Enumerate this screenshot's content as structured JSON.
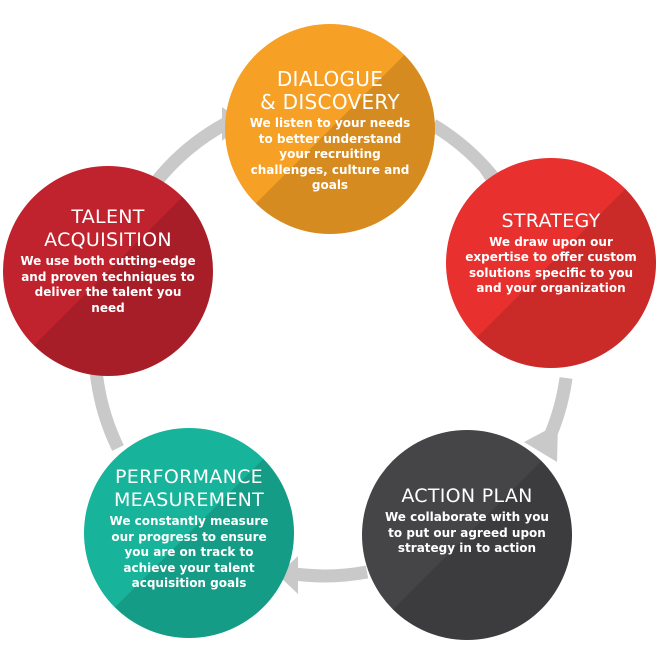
{
  "cycle": {
    "colors": {
      "dialogue": "#f6a025",
      "strategy": "#e8302e",
      "action": "#454548",
      "performance": "#17b39a",
      "talent": "#c1232e",
      "arrows": "#c9c9c9"
    },
    "steps": [
      {
        "title": "DIALOGUE\n& DISCOVERY",
        "text": "We listen to your needs\nto better understand\nyour recruiting\nchallenges, culture and\ngoals"
      },
      {
        "title": "STRATEGY",
        "text": "We draw upon our\nexpertise to offer custom\nsolutions specific to you\nand your organization"
      },
      {
        "title": "ACTION PLAN",
        "text": "We collaborate with you\nto put our agreed upon\nstrategy in to action"
      },
      {
        "title": "PERFORMANCE\nMEASUREMENT",
        "text": "We constantly measure\nour progress to ensure\nyou are on track to\nachieve your talent\nacquisition goals"
      },
      {
        "title": "TALENT\nACQUISITION",
        "text": "We use both cutting-edge\nand proven techniques to\ndeliver the talent you\nneed"
      }
    ]
  }
}
